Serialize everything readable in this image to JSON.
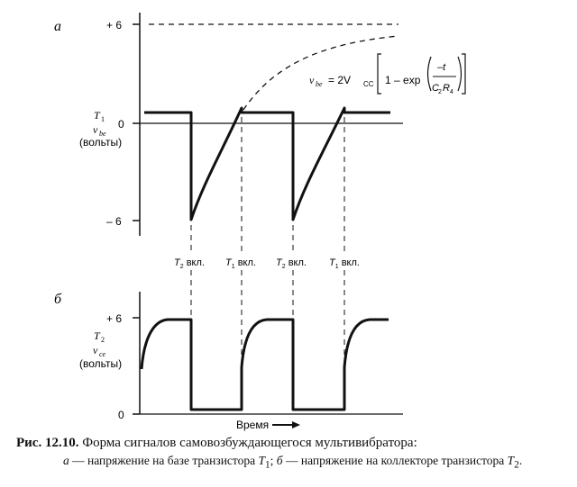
{
  "panel_a": {
    "label": "а",
    "y_ticks": [
      "+ 6",
      "0",
      "– 6"
    ],
    "y_title": [
      "T",
      "1",
      "v",
      "be",
      "(вольты)"
    ],
    "formula": {
      "lhs_v": "v",
      "lhs_sub": "be",
      "eq": "= 2V",
      "vcc_sub": "CC",
      "one_minus_exp": "1 – exp",
      "numerator": "–t",
      "den_c": "C",
      "den_c_sub": "2",
      "den_r": "R",
      "den_r_sub": "4"
    }
  },
  "events": [
    {
      "t": "T",
      "sub": "2",
      "suffix": " вкл."
    },
    {
      "t": "T",
      "sub": "1",
      "suffix": " вкл."
    },
    {
      "t": "T",
      "sub": "2",
      "suffix": " вкл."
    },
    {
      "t": "T",
      "sub": "1",
      "suffix": " вкл."
    }
  ],
  "panel_b": {
    "label": "б",
    "y_ticks": [
      "+ 6",
      "0"
    ],
    "y_title": [
      "T",
      "2",
      "v",
      "ce",
      "(вольты)"
    ]
  },
  "time_label": "Время",
  "caption": {
    "head": "Рис. 12.10.",
    "title": " Форма сигналов самовозбуждающегося мультивибратора:",
    "a_letter": "а",
    "a_text": " — напряжение на базе транзистора ",
    "a_t": "T",
    "a_sub": "1",
    "sep": "; ",
    "b_letter": "б",
    "b_text": " — напряжение на коллекторе транзистора ",
    "b_t": "T",
    "b_sub": "2",
    "end": "."
  }
}
